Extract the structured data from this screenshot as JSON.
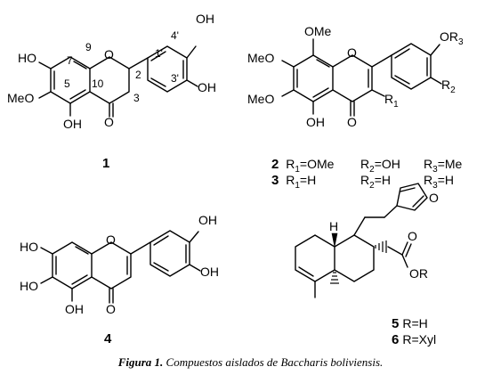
{
  "compound1": {
    "number": "1",
    "oh_top_right": "OH",
    "oh_3prime": "OH",
    "oh_7": "HO",
    "meo_6": "MeO",
    "oh_5": "OH",
    "ring_o": "O",
    "carbonyl_o": "O",
    "loc_7": "7",
    "loc_9": "9",
    "loc_5": "5",
    "loc_10": "10",
    "loc_2": "2",
    "loc_3": "3",
    "loc_1p": "1'",
    "loc_4p": "4'",
    "loc_3p": "3'"
  },
  "compound23": {
    "ome_8": "OMe",
    "meo_7": "MeO",
    "meo_6": "MeO",
    "oh_5": "OH",
    "ring_o": "O",
    "carbonyl_o": "O",
    "or3": "OR",
    "or3_sub": "3",
    "r2": "R",
    "r2_sub": "2",
    "r1": "R",
    "r1_sub": "1",
    "row2": {
      "num": "2",
      "r1": "R",
      "r1s": "1",
      "r1v": "=OMe",
      "r2": "R",
      "r2s": "2",
      "r2v": "=OH",
      "r3": "R",
      "r3s": "3",
      "r3v": "=Me"
    },
    "row3": {
      "num": "3",
      "r1": "R",
      "r1s": "1",
      "r1v": "=H",
      "r2": "R",
      "r2s": "2",
      "r2v": "=H",
      "r3": "R",
      "r3s": "3",
      "r3v": "=H"
    }
  },
  "compound4": {
    "number": "4",
    "oh_top": "OH",
    "oh_mid": "OH",
    "ho_7": "HO",
    "ho_6": "HO",
    "oh_5": "OH",
    "ring_o": "O",
    "carbonyl_o": "O"
  },
  "compound56": {
    "h_label": "H",
    "furan_o": "O",
    "carbonyl_o": "O",
    "or": "OR",
    "row5": "5 R=H",
    "row5_num": "5",
    "row5_text": "R=H",
    "row6_num": "6",
    "row6_text": "R=Xyl"
  },
  "caption": {
    "label": "Figura 1.",
    "text": " Compuestos aislados de Baccharis  boliviensis."
  }
}
